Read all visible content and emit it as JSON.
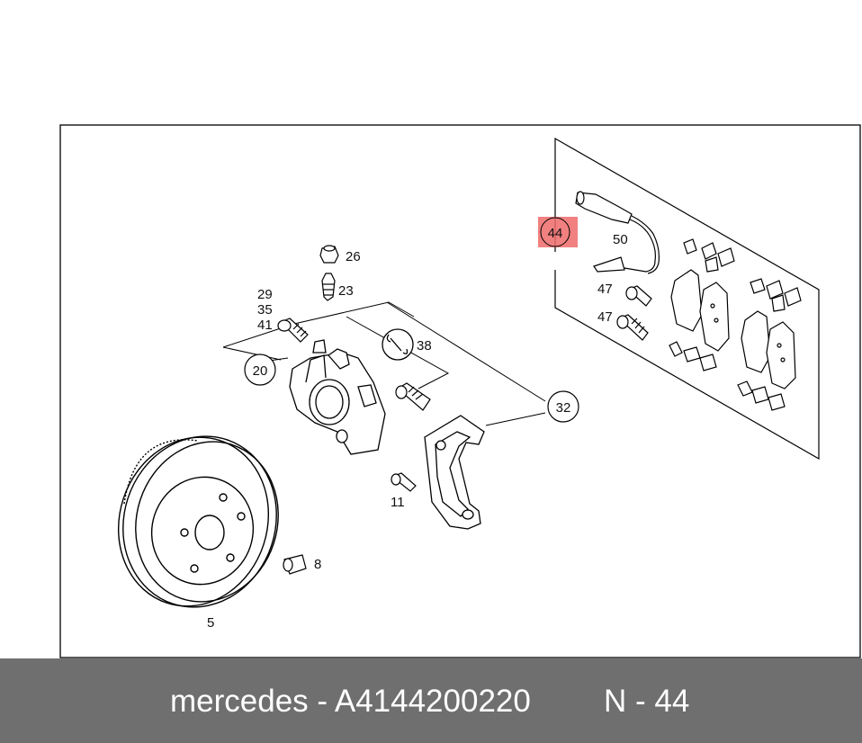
{
  "callouts": {
    "c20": "20",
    "c32": "32",
    "c38": "38",
    "c44": "44"
  },
  "labels": {
    "l26": "26",
    "l23": "23",
    "l29": "29",
    "l35": "35",
    "l41": "41",
    "l50": "50",
    "l47a": "47",
    "l47b": "47",
    "l11": "11",
    "l8": "8",
    "l5": "5"
  },
  "highlight_color": "#ee6a6a",
  "footer": {
    "part_text": "mercedes - A4144200220",
    "ref_text": "N - 44"
  }
}
